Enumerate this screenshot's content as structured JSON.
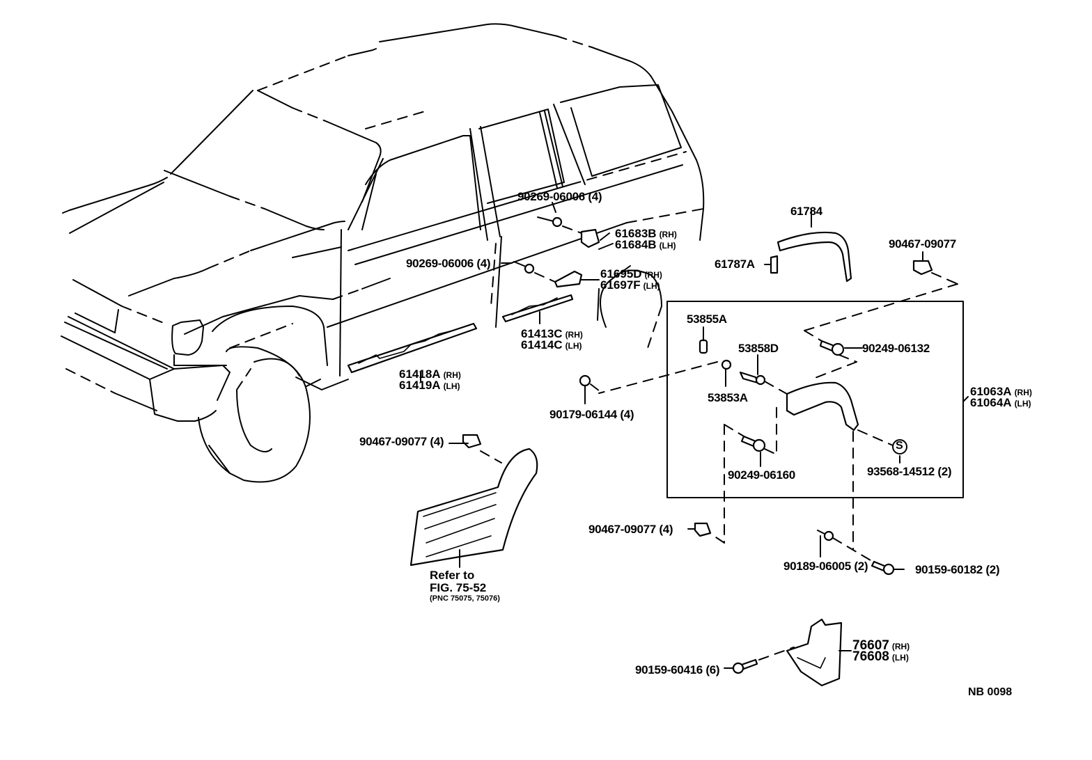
{
  "figure": {
    "code": "NB 0098",
    "subject": "Vehicle side moulding / fender liner / mudguard parts diagram"
  },
  "labels": {
    "clip_upper": "90269-06006 (4)",
    "clip_mid": "90269-06006 (4)",
    "bracket_upper_rh": "61683B",
    "bracket_upper_rh_side": "(RH)",
    "bracket_upper_lh": "61684B",
    "bracket_upper_lh_side": "(LH)",
    "bracket_rear_rh": "61695D",
    "bracket_rear_rh_side": "(RH)",
    "bracket_rear_lh": "61697F",
    "bracket_rear_lh_side": "(LH)",
    "rocker_rear_rh": "61413C",
    "rocker_rear_rh_side": "(RH)",
    "rocker_rear_lh": "61414C",
    "rocker_rear_lh_side": "(LH)",
    "rocker_front_rh": "61418A",
    "rocker_front_rh_side": "(RH)",
    "rocker_front_lh": "61419A",
    "rocker_front_lh_side": "(LH)",
    "arch_moulding": "61784",
    "arch_clip": "61787A",
    "clip_top_right": "90467-09077",
    "retainer_a": "53855A",
    "screw_d": "53858D",
    "nut_a": "53853A",
    "bolt_upper": "90249-06132",
    "flare_rh": "61063A",
    "flare_rh_side": "(RH)",
    "flare_lh": "61064A",
    "flare_lh_side": "(LH)",
    "bolt_lower": "90249-06160",
    "sealer": "93568-14512 (2)",
    "sealer_symbol": "S",
    "clip_front_fender": "90179-06144 (4)",
    "clip_panel": "90467-09077 (4)",
    "clip_panel_lower": "90467-09077 (4)",
    "washer": "90189-06005 (2)",
    "screw_mid": "90159-60182 (2)",
    "screw_mudguard": "90159-60416 (6)",
    "mudguard_rh": "76607",
    "mudguard_rh_side": "(RH)",
    "mudguard_lh": "76608",
    "mudguard_lh_side": "(LH)"
  },
  "reference": {
    "line1": "Refer  to",
    "line2": "FIG. 75-52",
    "line3": "(PNC  75075, 75076)"
  }
}
